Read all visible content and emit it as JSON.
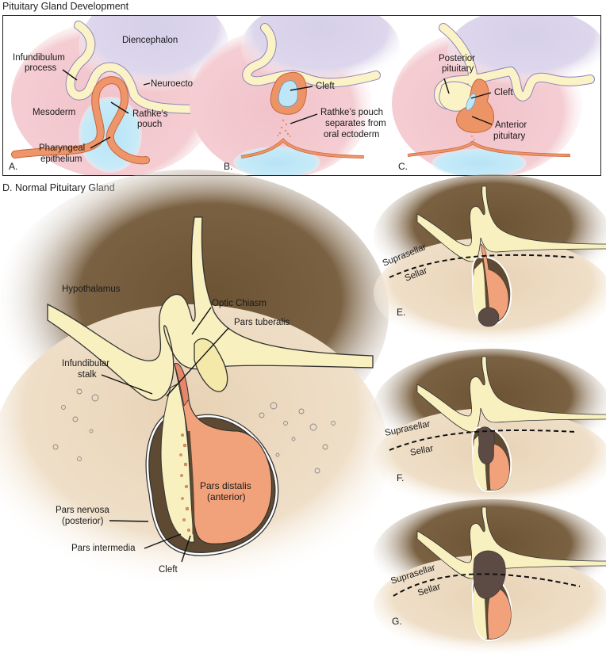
{
  "figure": {
    "title": "Pituitary Gland Development",
    "colors": {
      "diencephalon": "#d9d3ea",
      "mesoderm": "#f3c9cf",
      "neuroectoderm": "#fbf4c8",
      "rathke_pouch": "#ec9466",
      "cleft_fluid": "#bfe6f6",
      "brain_shadow": "#6e5638",
      "bone": "#ead6bb",
      "pars_distalis": "#f2a27a",
      "pars_nervosa": "#f8f0bd",
      "tumor": "#5c4f4a"
    }
  },
  "panels": {
    "A": {
      "letter": "A.",
      "labels": {
        "diencephalon": "Diencephalon",
        "infundibulum_1": "Infundibulum",
        "infundibulum_2": "process",
        "neuroectoderm": "Neuroectoderm",
        "mesoderm": "Mesoderm",
        "rathke_1": "Rathke’s",
        "rathke_2": "pouch",
        "pharyngeal_1": "Pharyngeal",
        "pharyngeal_2": "epithelium"
      }
    },
    "B": {
      "letter": "B.",
      "labels": {
        "cleft": "Cleft",
        "separates_1": "Rathke’s pouch",
        "separates_2": "separates from",
        "separates_3": "oral ectoderm"
      }
    },
    "C": {
      "letter": "C.",
      "labels": {
        "posterior_1": "Posterior",
        "posterior_2": "pituitary",
        "cleft": "Cleft",
        "anterior_1": "Anterior",
        "anterior_2": "pituitary"
      }
    },
    "D": {
      "title": "D. Normal Pituitary Gland",
      "labels": {
        "hypothalamus": "Hypothalamus",
        "optic_chiasm": "Optic Chiasm",
        "pars_tuberalis": "Pars tuberalis",
        "infundibular_1": "Infundibular",
        "infundibular_2": "stalk",
        "pars_distalis_1": "Pars distalis",
        "pars_distalis_2": "(anterior)",
        "pars_nervosa_1": "Pars nervosa",
        "pars_nervosa_2": "(posterior)",
        "pars_intermedia": "Pars intermedia",
        "cleft": "Cleft"
      }
    },
    "E": {
      "letter": "E.",
      "suprasellar": "Suprasellar",
      "sellar": "Sellar"
    },
    "F": {
      "letter": "F.",
      "suprasellar": "Suprasellar",
      "sellar": "Sellar"
    },
    "G": {
      "letter": "G.",
      "suprasellar": "Suprasellar",
      "sellar": "Sellar"
    }
  }
}
